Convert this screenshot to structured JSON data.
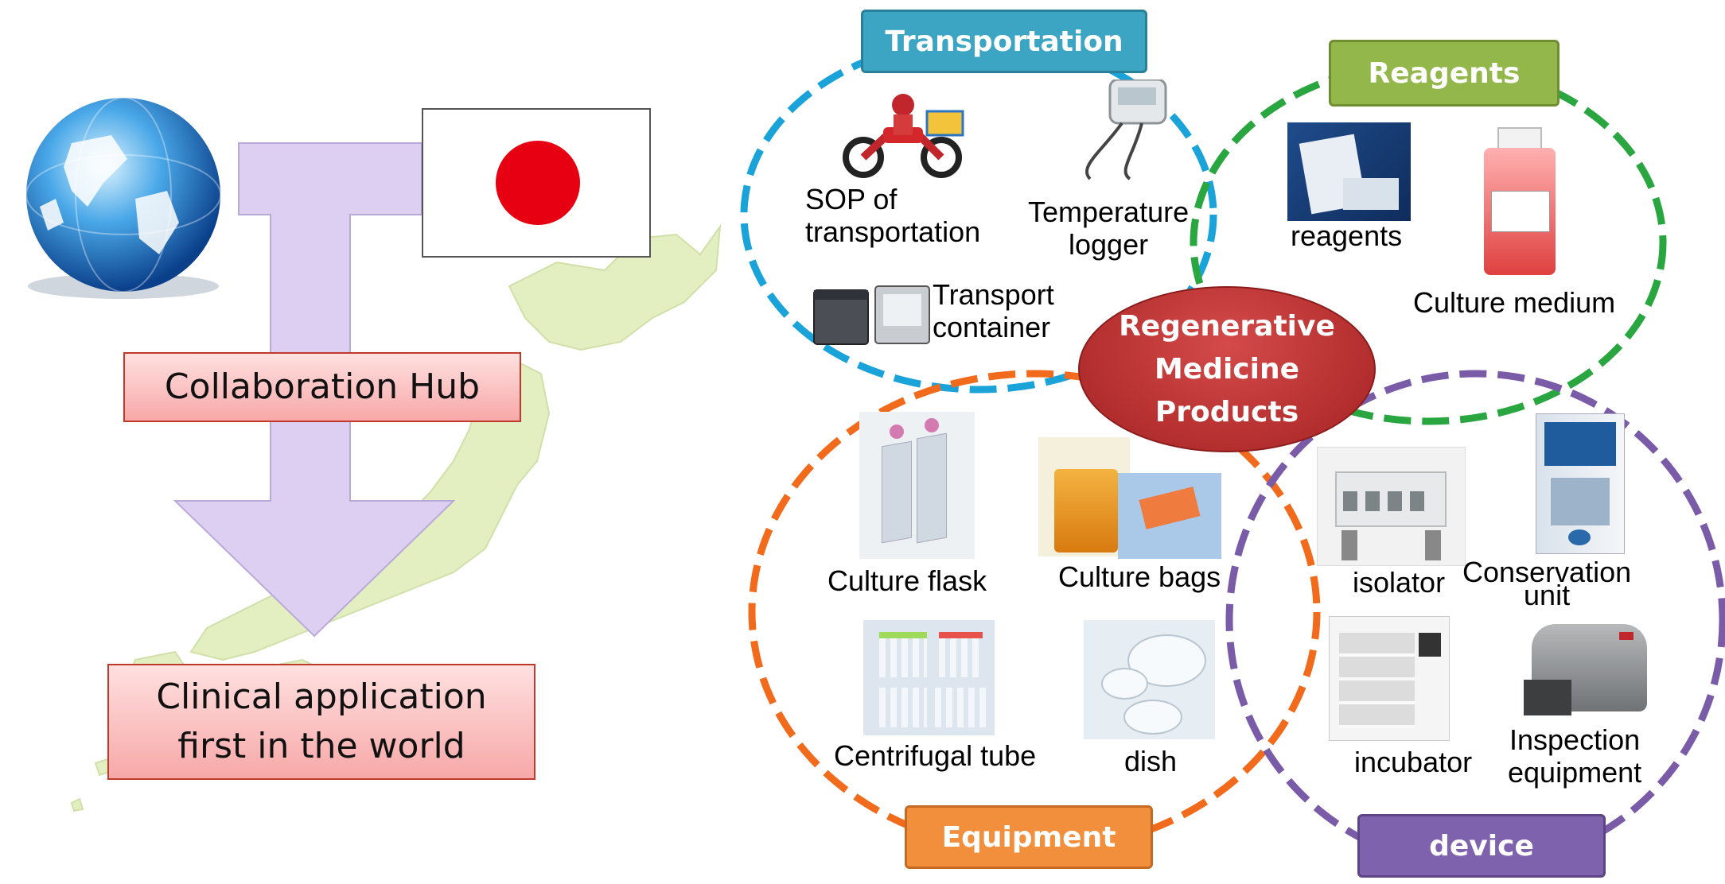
{
  "left": {
    "hub_label": "Collaboration Hub",
    "clinical_line1": "Clinical application",
    "clinical_line2": "first in the world"
  },
  "center": {
    "line1": "Regenerative",
    "line2": "Medicine",
    "line3": "Products"
  },
  "categories": {
    "transportation": "Transportation",
    "reagents": "Reagents",
    "equipment": "Equipment",
    "device": "device"
  },
  "items": {
    "sop_line1": "SOP of",
    "sop_line2": "transportation",
    "temp_line1": "Temperature",
    "temp_line2": "logger",
    "container_line1": "Transport",
    "container_line2": "container",
    "reagents": "reagents",
    "culture_medium": "Culture medium",
    "culture_flask": "Culture flask",
    "culture_bags": "Culture bags",
    "centrifugal_tube": "Centrifugal tube",
    "dish": "dish",
    "isolator": "isolator",
    "conservation_line1": "Conservation",
    "conservation_line2": "unit",
    "incubator": "incubator",
    "inspection_line1": "Inspection",
    "inspection_line2": "equipment"
  },
  "colors": {
    "transportation": "#1aa3d9",
    "reagents": "#2aa640",
    "equipment": "#f26a1b",
    "device": "#7a5ba8",
    "center_oval": "#b52b2b",
    "arrow": "#d9cdf0",
    "flag_red": "#e60012"
  },
  "icons": [
    "globe-icon",
    "japan-flag-icon",
    "japan-map-icon"
  ]
}
